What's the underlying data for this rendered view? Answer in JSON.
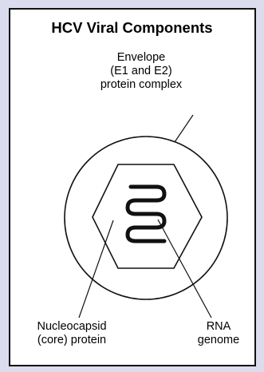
{
  "title": "HCV Viral Components",
  "labels": {
    "envelope": [
      "Envelope",
      "(E1 and E2)",
      "protein complex"
    ],
    "nucleocapsid": [
      "Nucleocapsid",
      "(core) protein"
    ],
    "rna": [
      "RNA",
      "genome"
    ]
  },
  "colors": {
    "background": "#dcdcef",
    "panel": "#ffffff",
    "stroke": "#111111"
  }
}
